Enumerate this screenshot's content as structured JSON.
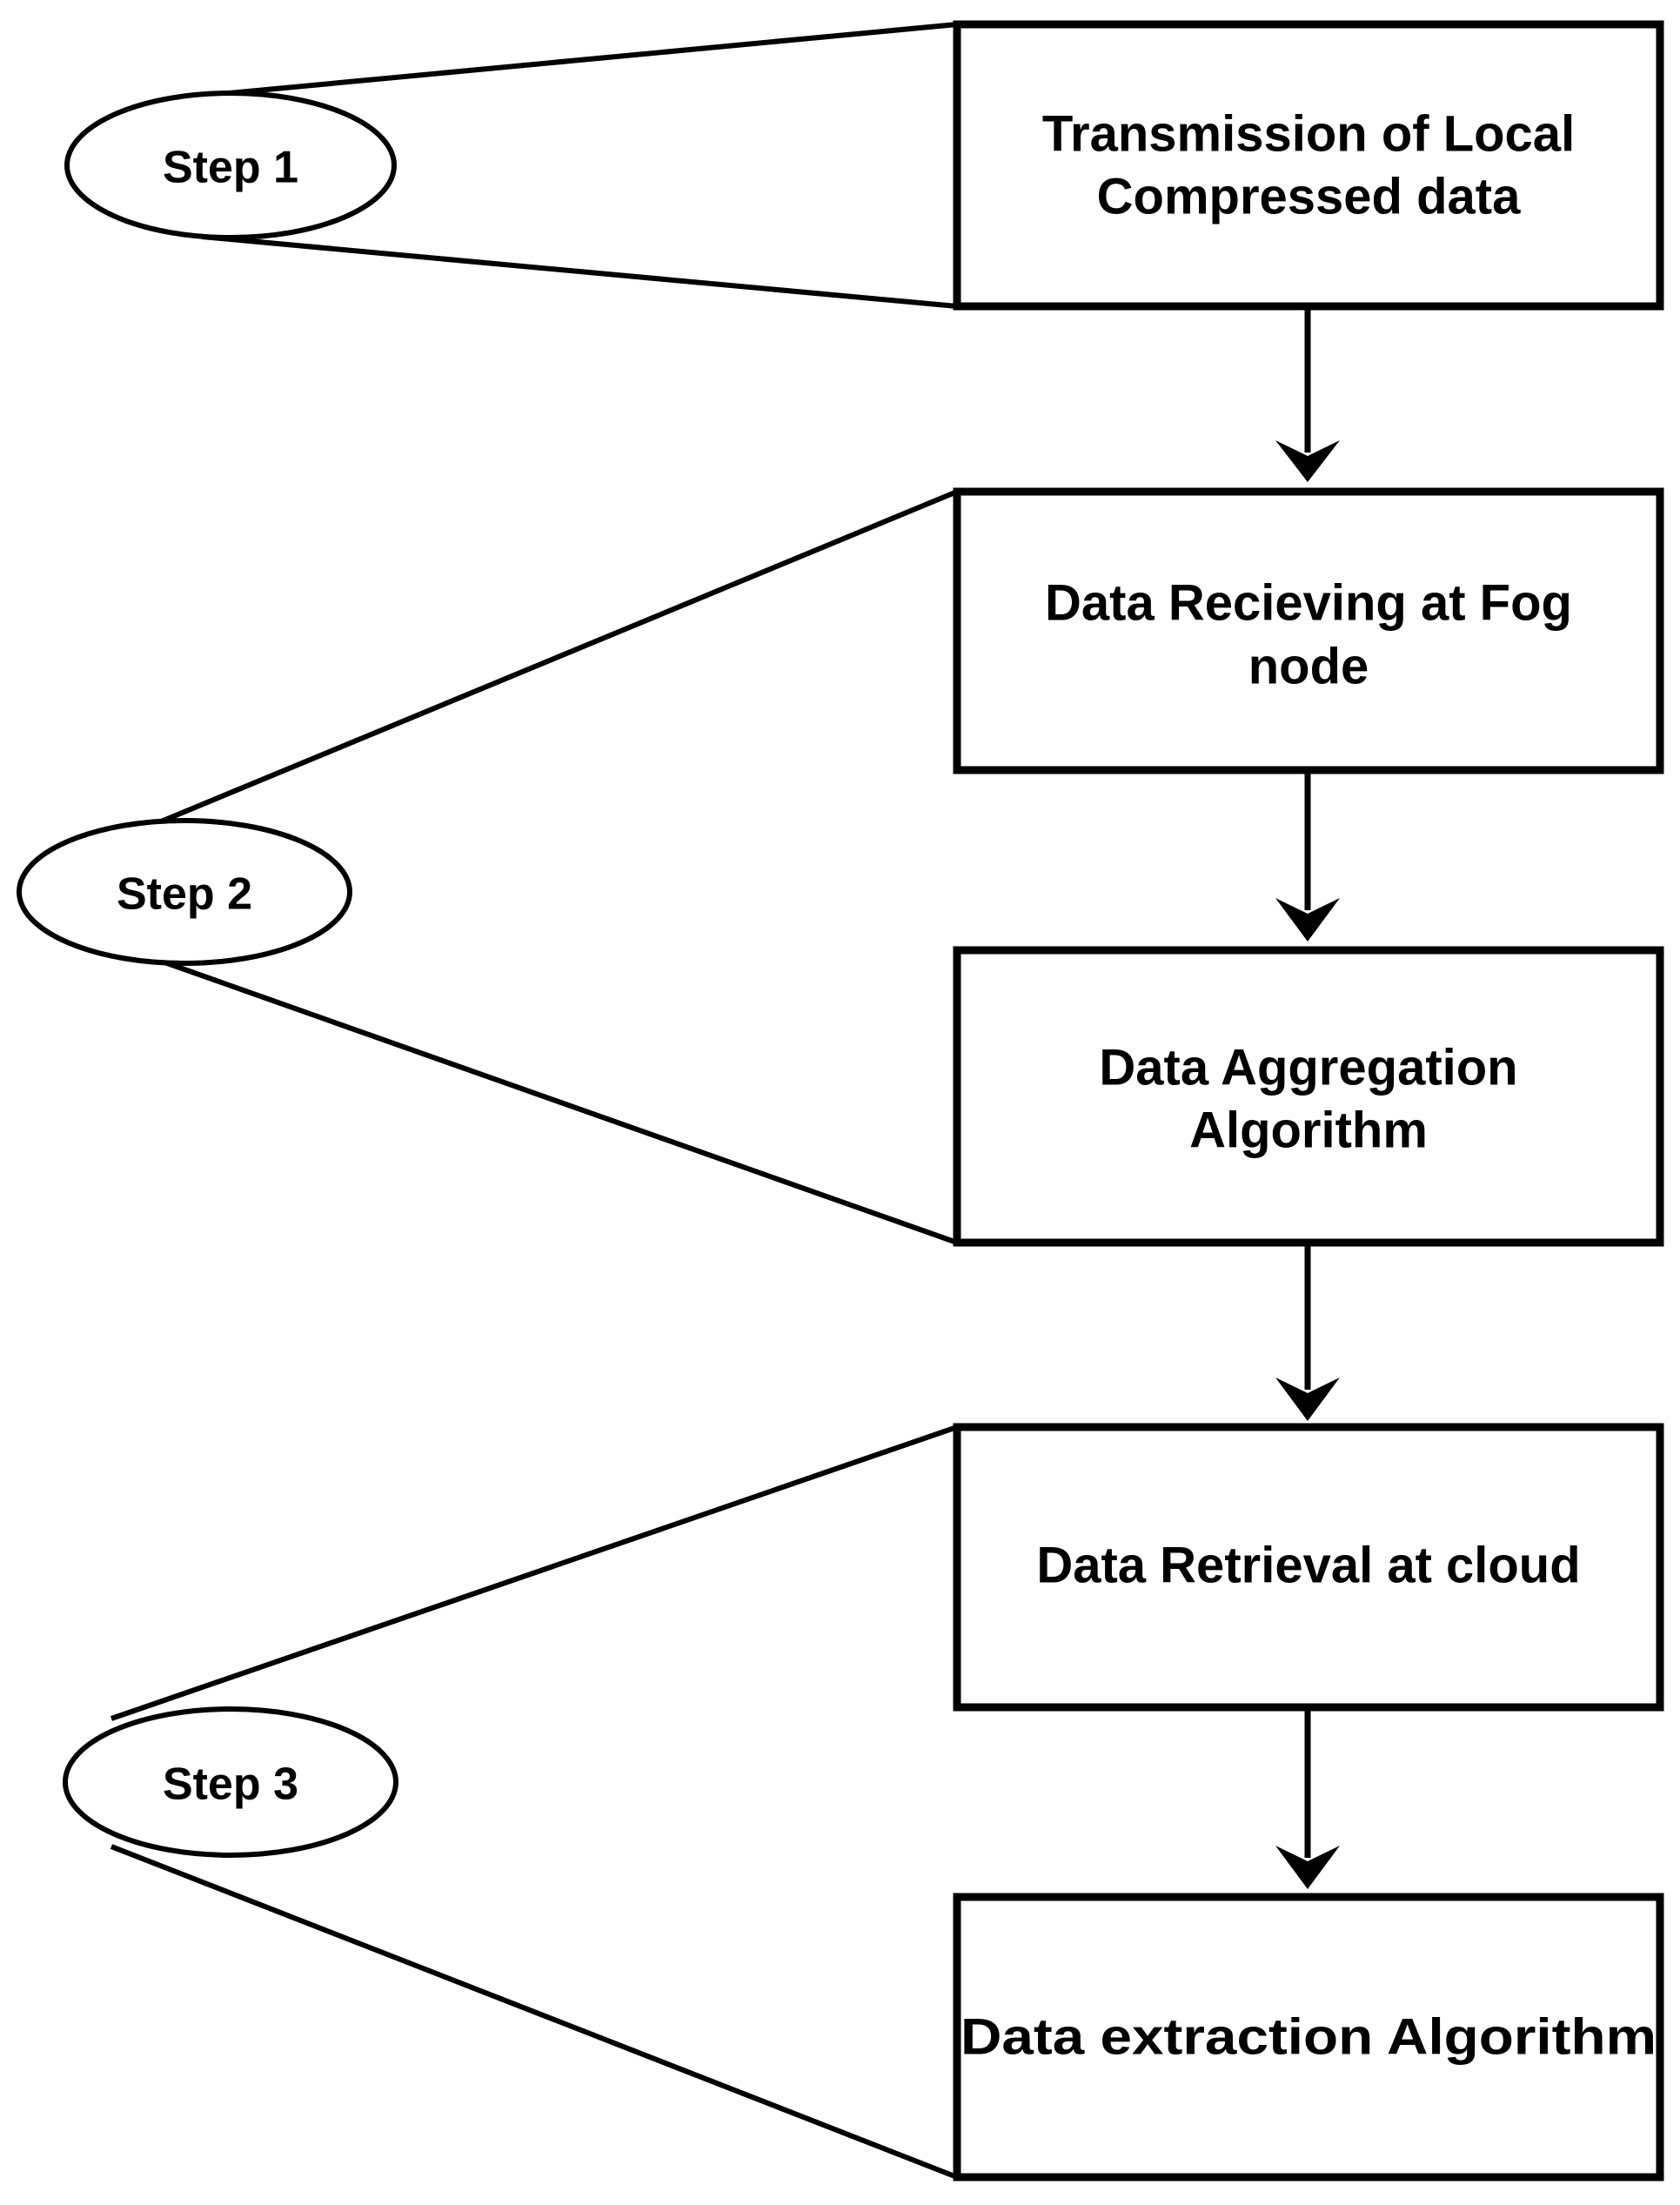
{
  "diagram": {
    "type": "flowchart",
    "orientation": "vertical",
    "background_color": "#ffffff",
    "stroke_color": "#000000",
    "steps": [
      {
        "id": "step-1",
        "label": "Step 1"
      },
      {
        "id": "step-2",
        "label": "Step 2"
      },
      {
        "id": "step-3",
        "label": "Step 3"
      }
    ],
    "nodes": [
      {
        "id": "node-transmission",
        "line1": "Transmission of Local",
        "line2": "Compressed data",
        "step": "Step 1"
      },
      {
        "id": "node-receiving",
        "line1": "Data Recieving at  Fog",
        "line2": "node",
        "step": "Step 2"
      },
      {
        "id": "node-aggregation",
        "line1": "Data Aggregation",
        "line2": "Algorithm",
        "step": "Step 2"
      },
      {
        "id": "node-retrieval",
        "line1": "Data Retrieval at cloud",
        "line2": "",
        "step": "Step 3"
      },
      {
        "id": "node-extraction",
        "line1": "Data extraction Algorithm",
        "line2": "",
        "step": "Step 3"
      }
    ],
    "connectors": [
      {
        "id": "arrow-1",
        "from": "node-transmission",
        "to": "node-receiving",
        "style": "arrow-down"
      },
      {
        "id": "arrow-2",
        "from": "node-receiving",
        "to": "node-aggregation",
        "style": "arrow-down"
      },
      {
        "id": "arrow-3",
        "from": "node-aggregation",
        "to": "node-retrieval",
        "style": "arrow-down"
      },
      {
        "id": "arrow-4",
        "from": "node-retrieval",
        "to": "node-extraction",
        "style": "arrow-down"
      }
    ],
    "brackets": [
      {
        "id": "bracket-step-1",
        "step": "Step 1",
        "spans": [
          "node-transmission"
        ]
      },
      {
        "id": "bracket-step-2",
        "step": "Step 2",
        "spans": [
          "node-receiving",
          "node-aggregation"
        ]
      },
      {
        "id": "bracket-step-3",
        "step": "Step 3",
        "spans": [
          "node-retrieval",
          "node-extraction"
        ]
      }
    ]
  }
}
